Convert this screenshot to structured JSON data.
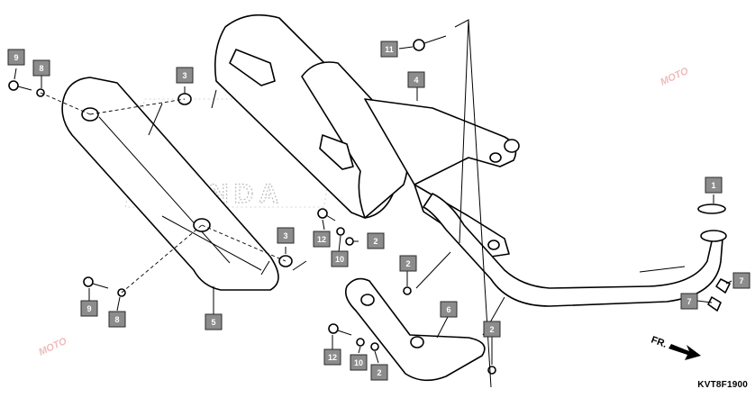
{
  "diagram": {
    "code": "KVT8F1900",
    "direction_label": "FR.",
    "watermark": "MOTO",
    "brand_mark": "HONDA",
    "callouts": [
      {
        "id": "c9a",
        "label": "9"
      },
      {
        "id": "c8a",
        "label": "8"
      },
      {
        "id": "c3a",
        "label": "3"
      },
      {
        "id": "c11",
        "label": "11"
      },
      {
        "id": "c4",
        "label": "4"
      },
      {
        "id": "c1",
        "label": "1"
      },
      {
        "id": "c3b",
        "label": "3"
      },
      {
        "id": "c12a",
        "label": "12"
      },
      {
        "id": "c10a",
        "label": "10"
      },
      {
        "id": "c2a",
        "label": "2"
      },
      {
        "id": "c2b",
        "label": "2"
      },
      {
        "id": "c9b",
        "label": "9"
      },
      {
        "id": "c8b",
        "label": "8"
      },
      {
        "id": "c5",
        "label": "5"
      },
      {
        "id": "c6",
        "label": "6"
      },
      {
        "id": "c7a",
        "label": "7"
      },
      {
        "id": "c7b",
        "label": "7"
      },
      {
        "id": "c2c",
        "label": "2"
      },
      {
        "id": "c12b",
        "label": "12"
      },
      {
        "id": "c10b",
        "label": "10"
      },
      {
        "id": "c2d",
        "label": "2"
      }
    ]
  }
}
